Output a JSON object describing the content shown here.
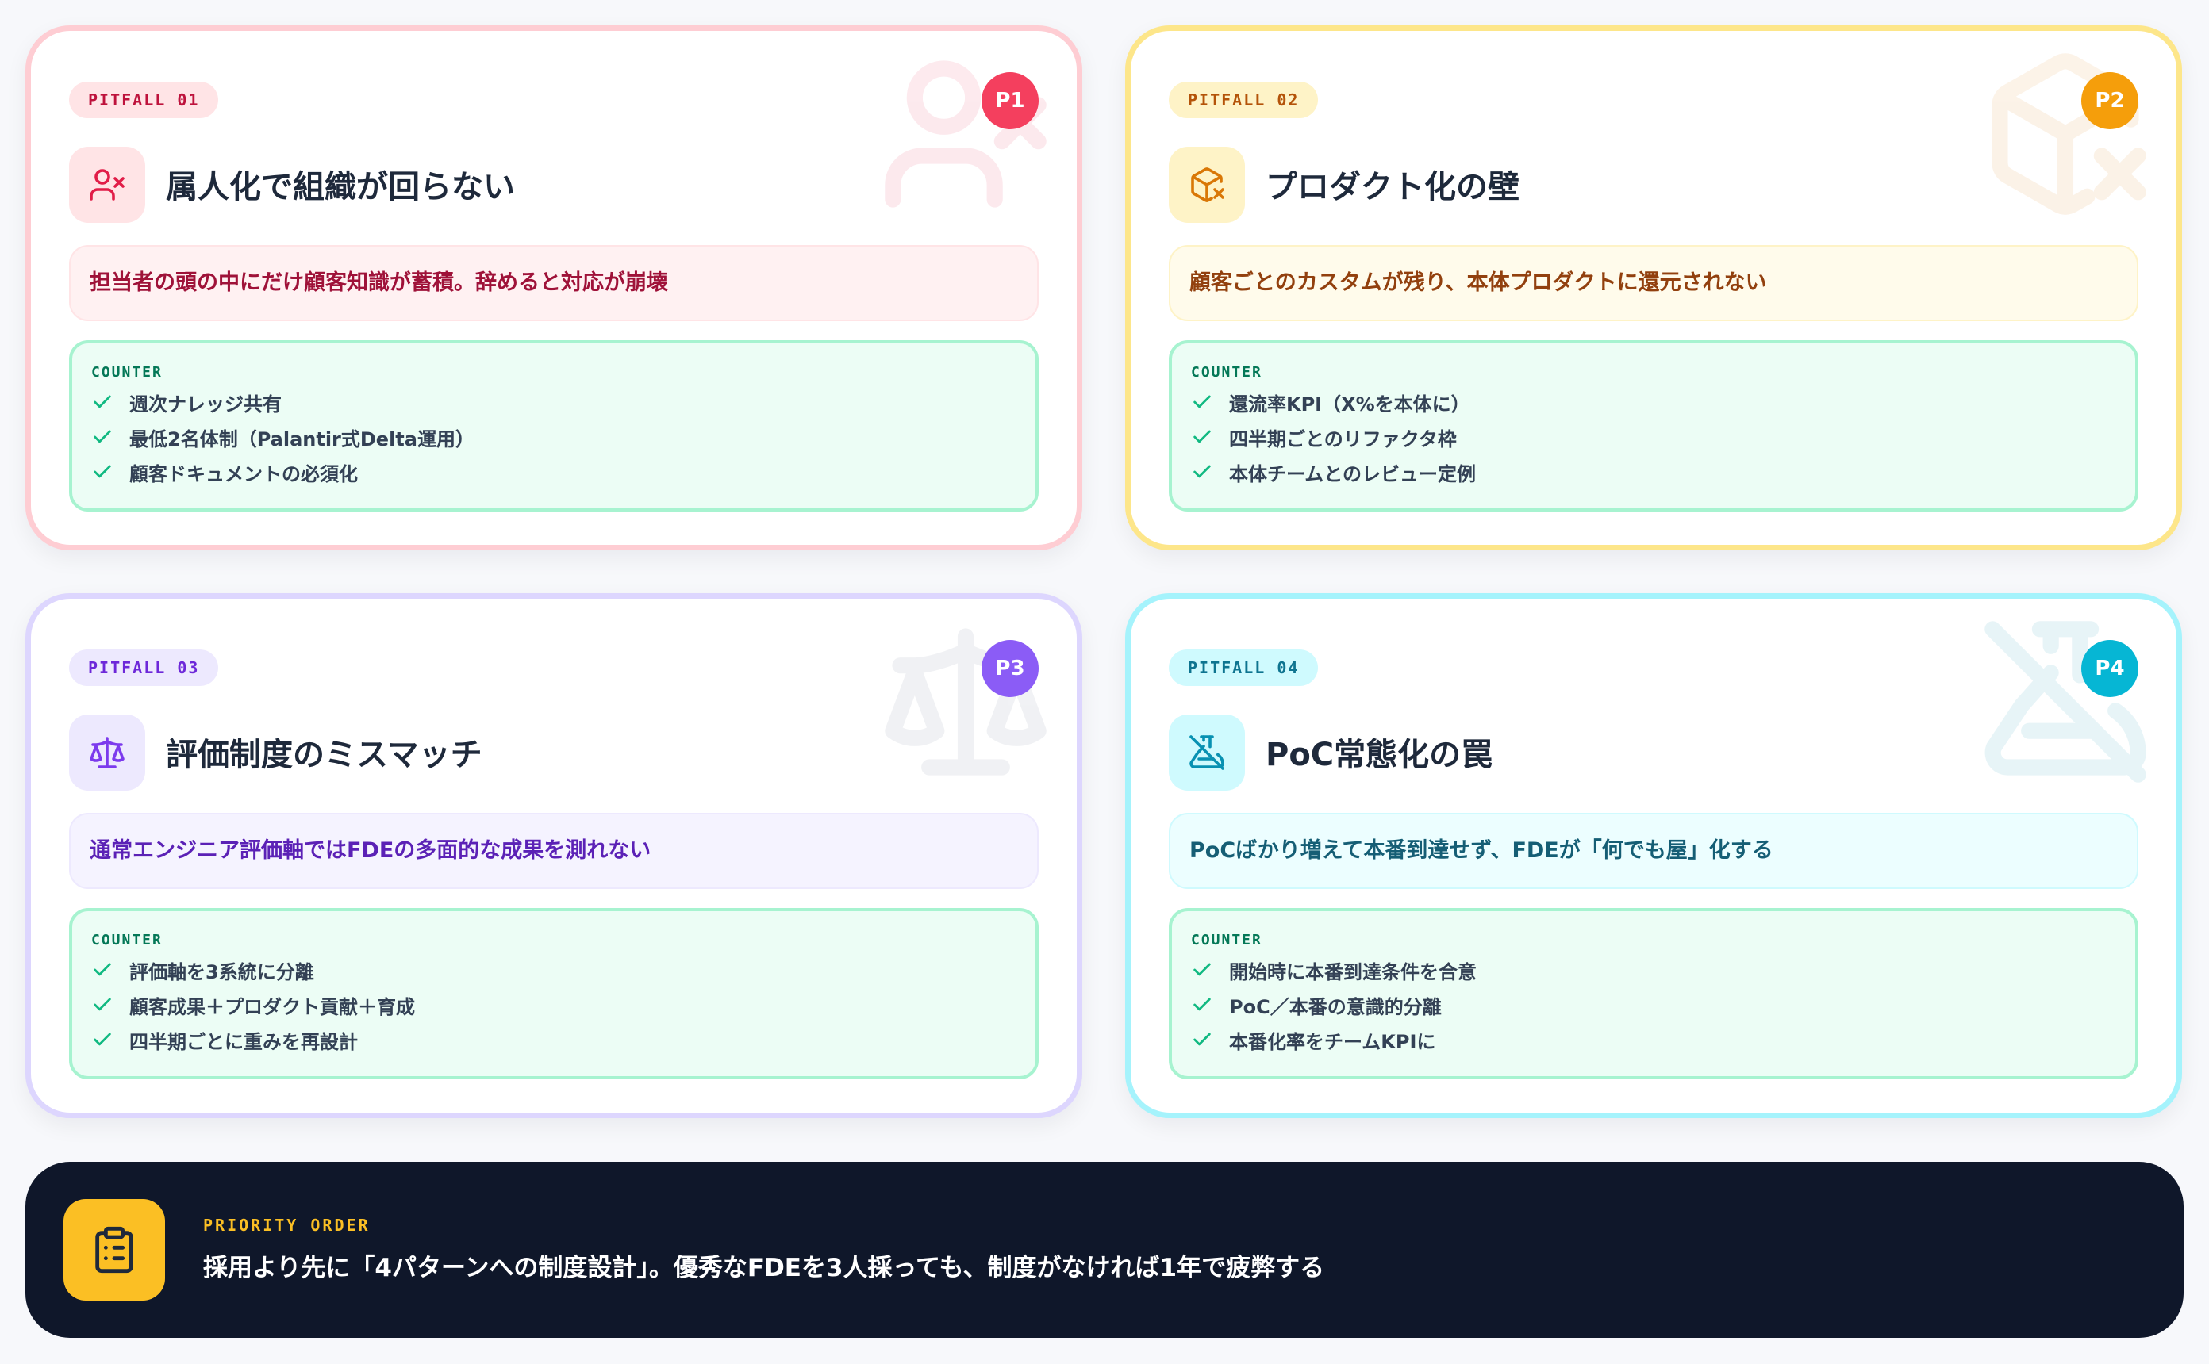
{
  "pitfalls": [
    {
      "tag": "PITFALL 01",
      "badge": "P1",
      "title": "属人化で組織が回らない",
      "problem": "担当者の頭の中にだけ顧客知識が蓄積。辞めると対応が崩壊",
      "counter_label": "COUNTER",
      "counters": [
        "週次ナレッジ共有",
        "最低2名体制（Palantir式Delta運用）",
        "顧客ドキュメントの必須化"
      ],
      "icon": "user-x-icon",
      "accent": "#f43f5e"
    },
    {
      "tag": "PITFALL 02",
      "badge": "P2",
      "title": "プロダクト化の壁",
      "problem": "顧客ごとのカスタムが残り、本体プロダクトに還元されない",
      "counter_label": "COUNTER",
      "counters": [
        "還流率KPI（X%を本体に）",
        "四半期ごとのリファクタ枠",
        "本体チームとのレビュー定例"
      ],
      "icon": "package-x-icon",
      "accent": "#f59e0b"
    },
    {
      "tag": "PITFALL 03",
      "badge": "P3",
      "title": "評価制度のミスマッチ",
      "problem": "通常エンジニア評価軸ではFDEの多面的な成果を測れない",
      "counter_label": "COUNTER",
      "counters": [
        "評価軸を3系統に分離",
        "顧客成果＋プロダクト貢献＋育成",
        "四半期ごとに重みを再設計"
      ],
      "icon": "scale-icon",
      "accent": "#8b5cf6"
    },
    {
      "tag": "PITFALL 04",
      "badge": "P4",
      "title": "PoC常態化の罠",
      "problem": "PoCばかり増えて本番到達せず、FDEが「何でも屋」化する",
      "counter_label": "COUNTER",
      "counters": [
        "開始時に本番到達条件を合意",
        "PoC／本番の意識的分離",
        "本番化率をチームKPIに"
      ],
      "icon": "flask-off-icon",
      "accent": "#06b6d4"
    }
  ],
  "priority": {
    "label": "PRIORITY ORDER",
    "text": "採用より先に「4パターンへの制度設計」。優秀なFDEを3人採っても、制度がなければ1年で疲弊する",
    "icon": "clipboard-list-icon",
    "accent": "#fbbf24"
  }
}
